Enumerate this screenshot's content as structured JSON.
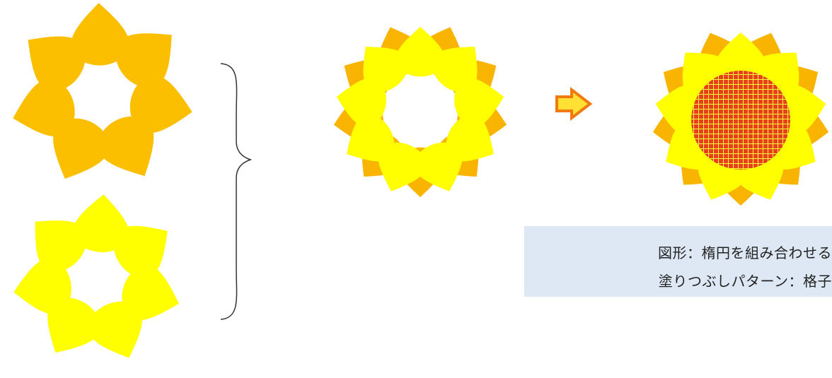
{
  "colors": {
    "orange_petal": "#fbbf00",
    "orange_back_petal": "#f8b400",
    "yellow_petal": "#ffff00",
    "arrow_fill": "#ffe033",
    "arrow_stroke": "#f07a10",
    "center_fill": "#e8401a",
    "center_grid": "#f0ff40",
    "brace": "#333333",
    "caption_bg": "#dde8f4"
  },
  "caption": {
    "line1": "図形：楕円を組み合わせる",
    "line2": "塗りつぶしパターン：格子"
  },
  "icons": {
    "arrow": "right-arrow-icon",
    "brace": "right-curly-brace"
  }
}
